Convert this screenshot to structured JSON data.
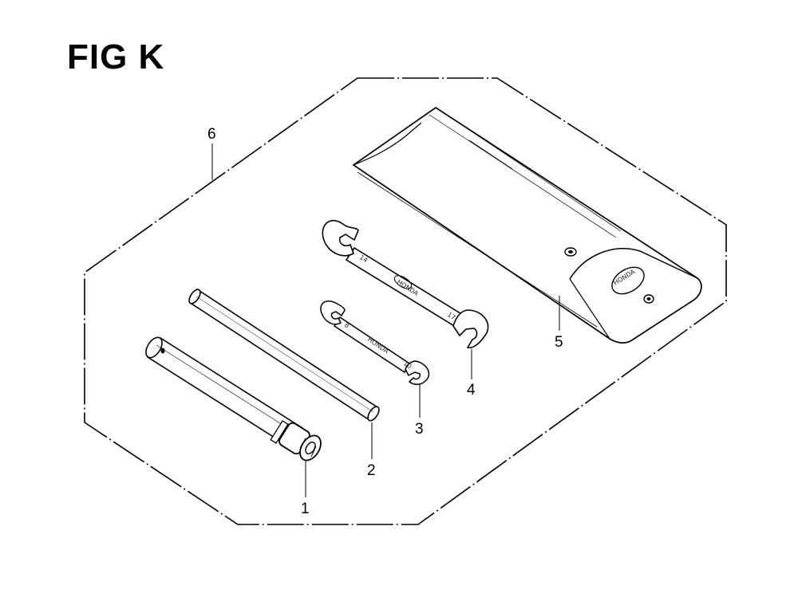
{
  "figure": {
    "title": "FIG K"
  },
  "callouts": [
    {
      "number": "1"
    },
    {
      "number": "2"
    },
    {
      "number": "3"
    },
    {
      "number": "4"
    },
    {
      "number": "5"
    },
    {
      "number": "6"
    }
  ],
  "colors": {
    "ink": "#000000",
    "paper": "#ffffff"
  }
}
